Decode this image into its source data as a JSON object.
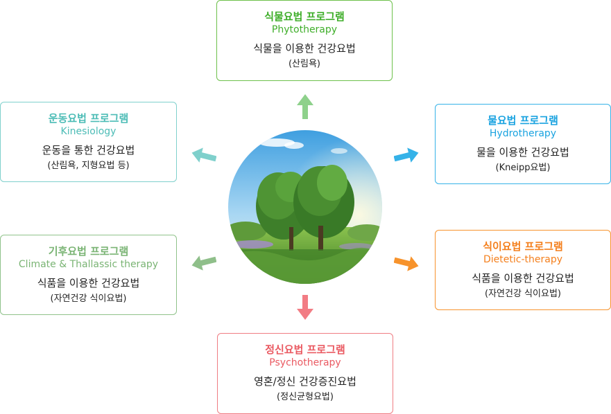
{
  "programs": {
    "top": {
      "title": "식물요법 프로그램",
      "subtitle": "Phytotherapy",
      "desc": "식물을 이용한 건강요법",
      "note": "(산림욕)",
      "color": "#3fae2a"
    },
    "right1": {
      "title": "물요법 프로그램",
      "subtitle": "Hydrotherapy",
      "desc": "물을 이용한 건강요법",
      "note": "(Kneipp요법)",
      "color": "#1aa3e0"
    },
    "right2": {
      "title": "식이요법 프로그램",
      "subtitle": "Dietetic-therapy",
      "desc": "식품을 이용한 건강요법",
      "note": "(자연건강 식이요법)",
      "color": "#f47f1c"
    },
    "bottom": {
      "title": "정신요법 프로그램",
      "subtitle": "Psychotherapy",
      "desc": "영혼/정신 건강증진요법",
      "note": "(정신균형요법)",
      "color": "#ea5a62"
    },
    "left1": {
      "title": "운동요법 프로그램",
      "subtitle": "Kinesiology",
      "desc": "운동을 통한 건강요법",
      "note": "(산림욕, 지형요법 등)",
      "color": "#4cbcb6"
    },
    "left2": {
      "title": "기후요법 프로그램",
      "subtitle": "Climate & Thallassic therapy",
      "desc": "식품을 이용한 건강요법",
      "note": "(자연건강 식이요법)",
      "color": "#7ab474"
    }
  },
  "center_image": {
    "icon": "tree-in-meadow-photo"
  }
}
